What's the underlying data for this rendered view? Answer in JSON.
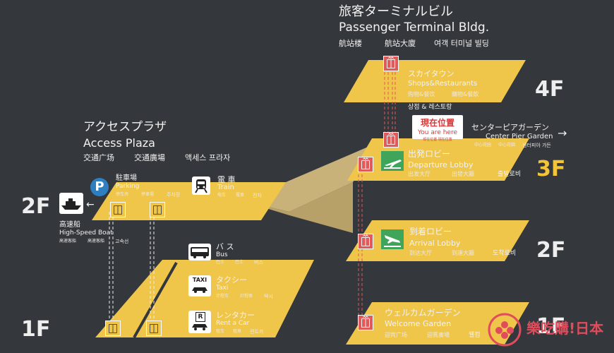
{
  "terminal": {
    "title_jp": "旅客ターミナルビル",
    "title_en": "Passenger Terminal Bldg.",
    "title_zh1": "航站楼",
    "title_zh2": "航站大廈",
    "title_kr": "여객 터미널 빌딩"
  },
  "access": {
    "title_jp": "アクセスプラザ",
    "title_en": "Access Plaza",
    "title_zh1": "交通广场",
    "title_zh2": "交通廣場",
    "title_kr": "액세스 프라자"
  },
  "floors": {
    "f4": "4F",
    "f3": "3F",
    "f2_right": "2F",
    "f2_left": "2F",
    "f1_left": "1F",
    "f1_right": "1F"
  },
  "floor4": {
    "jp": "スカイタウン",
    "en": "Shops&Restaurants",
    "zh1": "购物&餐饮",
    "zh2": "購物&餐飲",
    "kr": "상점 & 레스토랑"
  },
  "floor3": {
    "jp": "出発ロビー",
    "en": "Departure Lobby",
    "zh1": "出发大厅",
    "zh2": "出發大廳",
    "kr": "출발로비"
  },
  "floor2": {
    "jp": "到着ロビー",
    "en": "Arrival Lobby",
    "zh1": "到达大厅",
    "zh2": "到達大廳",
    "kr": "도착로비"
  },
  "floor1": {
    "jp": "ウェルカムガーデン",
    "en": "Welcome Garden",
    "zh1": "迎宾广场",
    "zh2": "迎賓廣場",
    "kr": "웰컴"
  },
  "here": {
    "jp": "現在位置",
    "en": "You are here",
    "sub": "现在位置  現在位置"
  },
  "center_pier": {
    "jp": "センターピアガーデン",
    "en": "Center Pier Garden",
    "zh1": "中心花园",
    "zh2": "中心花園",
    "kr": "센터피아 가든",
    "arrow": "→"
  },
  "parking": {
    "jp": "駐車場",
    "en": "Parking",
    "zh1": "停车场",
    "zh2": "停車場",
    "kr": "주차장",
    "icon_letter": "P"
  },
  "train": {
    "jp": "電 車",
    "en": "Train",
    "zh1": "电车",
    "zh2": "電車",
    "kr": "전차"
  },
  "bus": {
    "jp": "バ ス",
    "en": "Bus",
    "zh1": "巴士",
    "zh2": "巴士",
    "kr": "버스"
  },
  "taxi": {
    "jp": "タクシー",
    "en": "Taxi",
    "zh1": "计程车",
    "zh2": "計程車",
    "kr": "택시",
    "icon_label": "TAXI"
  },
  "rental": {
    "jp": "レンタカー",
    "en": "Rent a Car",
    "zh1": "租车",
    "zh2": "租車",
    "kr": "렌트카",
    "icon_letter": "R"
  },
  "boat": {
    "jp": "高速船",
    "en": "High-Speed Boat",
    "zh1": "高速客船",
    "zh2": "高速客船",
    "kr": "고속선",
    "arrow": "←"
  },
  "logo": {
    "text": "樂吃購!日本"
  },
  "colors": {
    "background": "#34373b",
    "floor_yellow": "#f0c64a",
    "ramp": "#c9b27a",
    "elevator": "#e05a5a",
    "plane_green": "#3fa55a",
    "current_floor": "#f3c338"
  }
}
